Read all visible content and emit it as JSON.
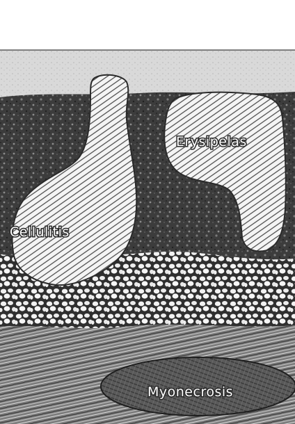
{
  "diagram": {
    "labels": {
      "erysipelas": "Erysipelas",
      "cellulitis": "Cellulitis",
      "myonecrosis": "Myonecrosis"
    }
  }
}
